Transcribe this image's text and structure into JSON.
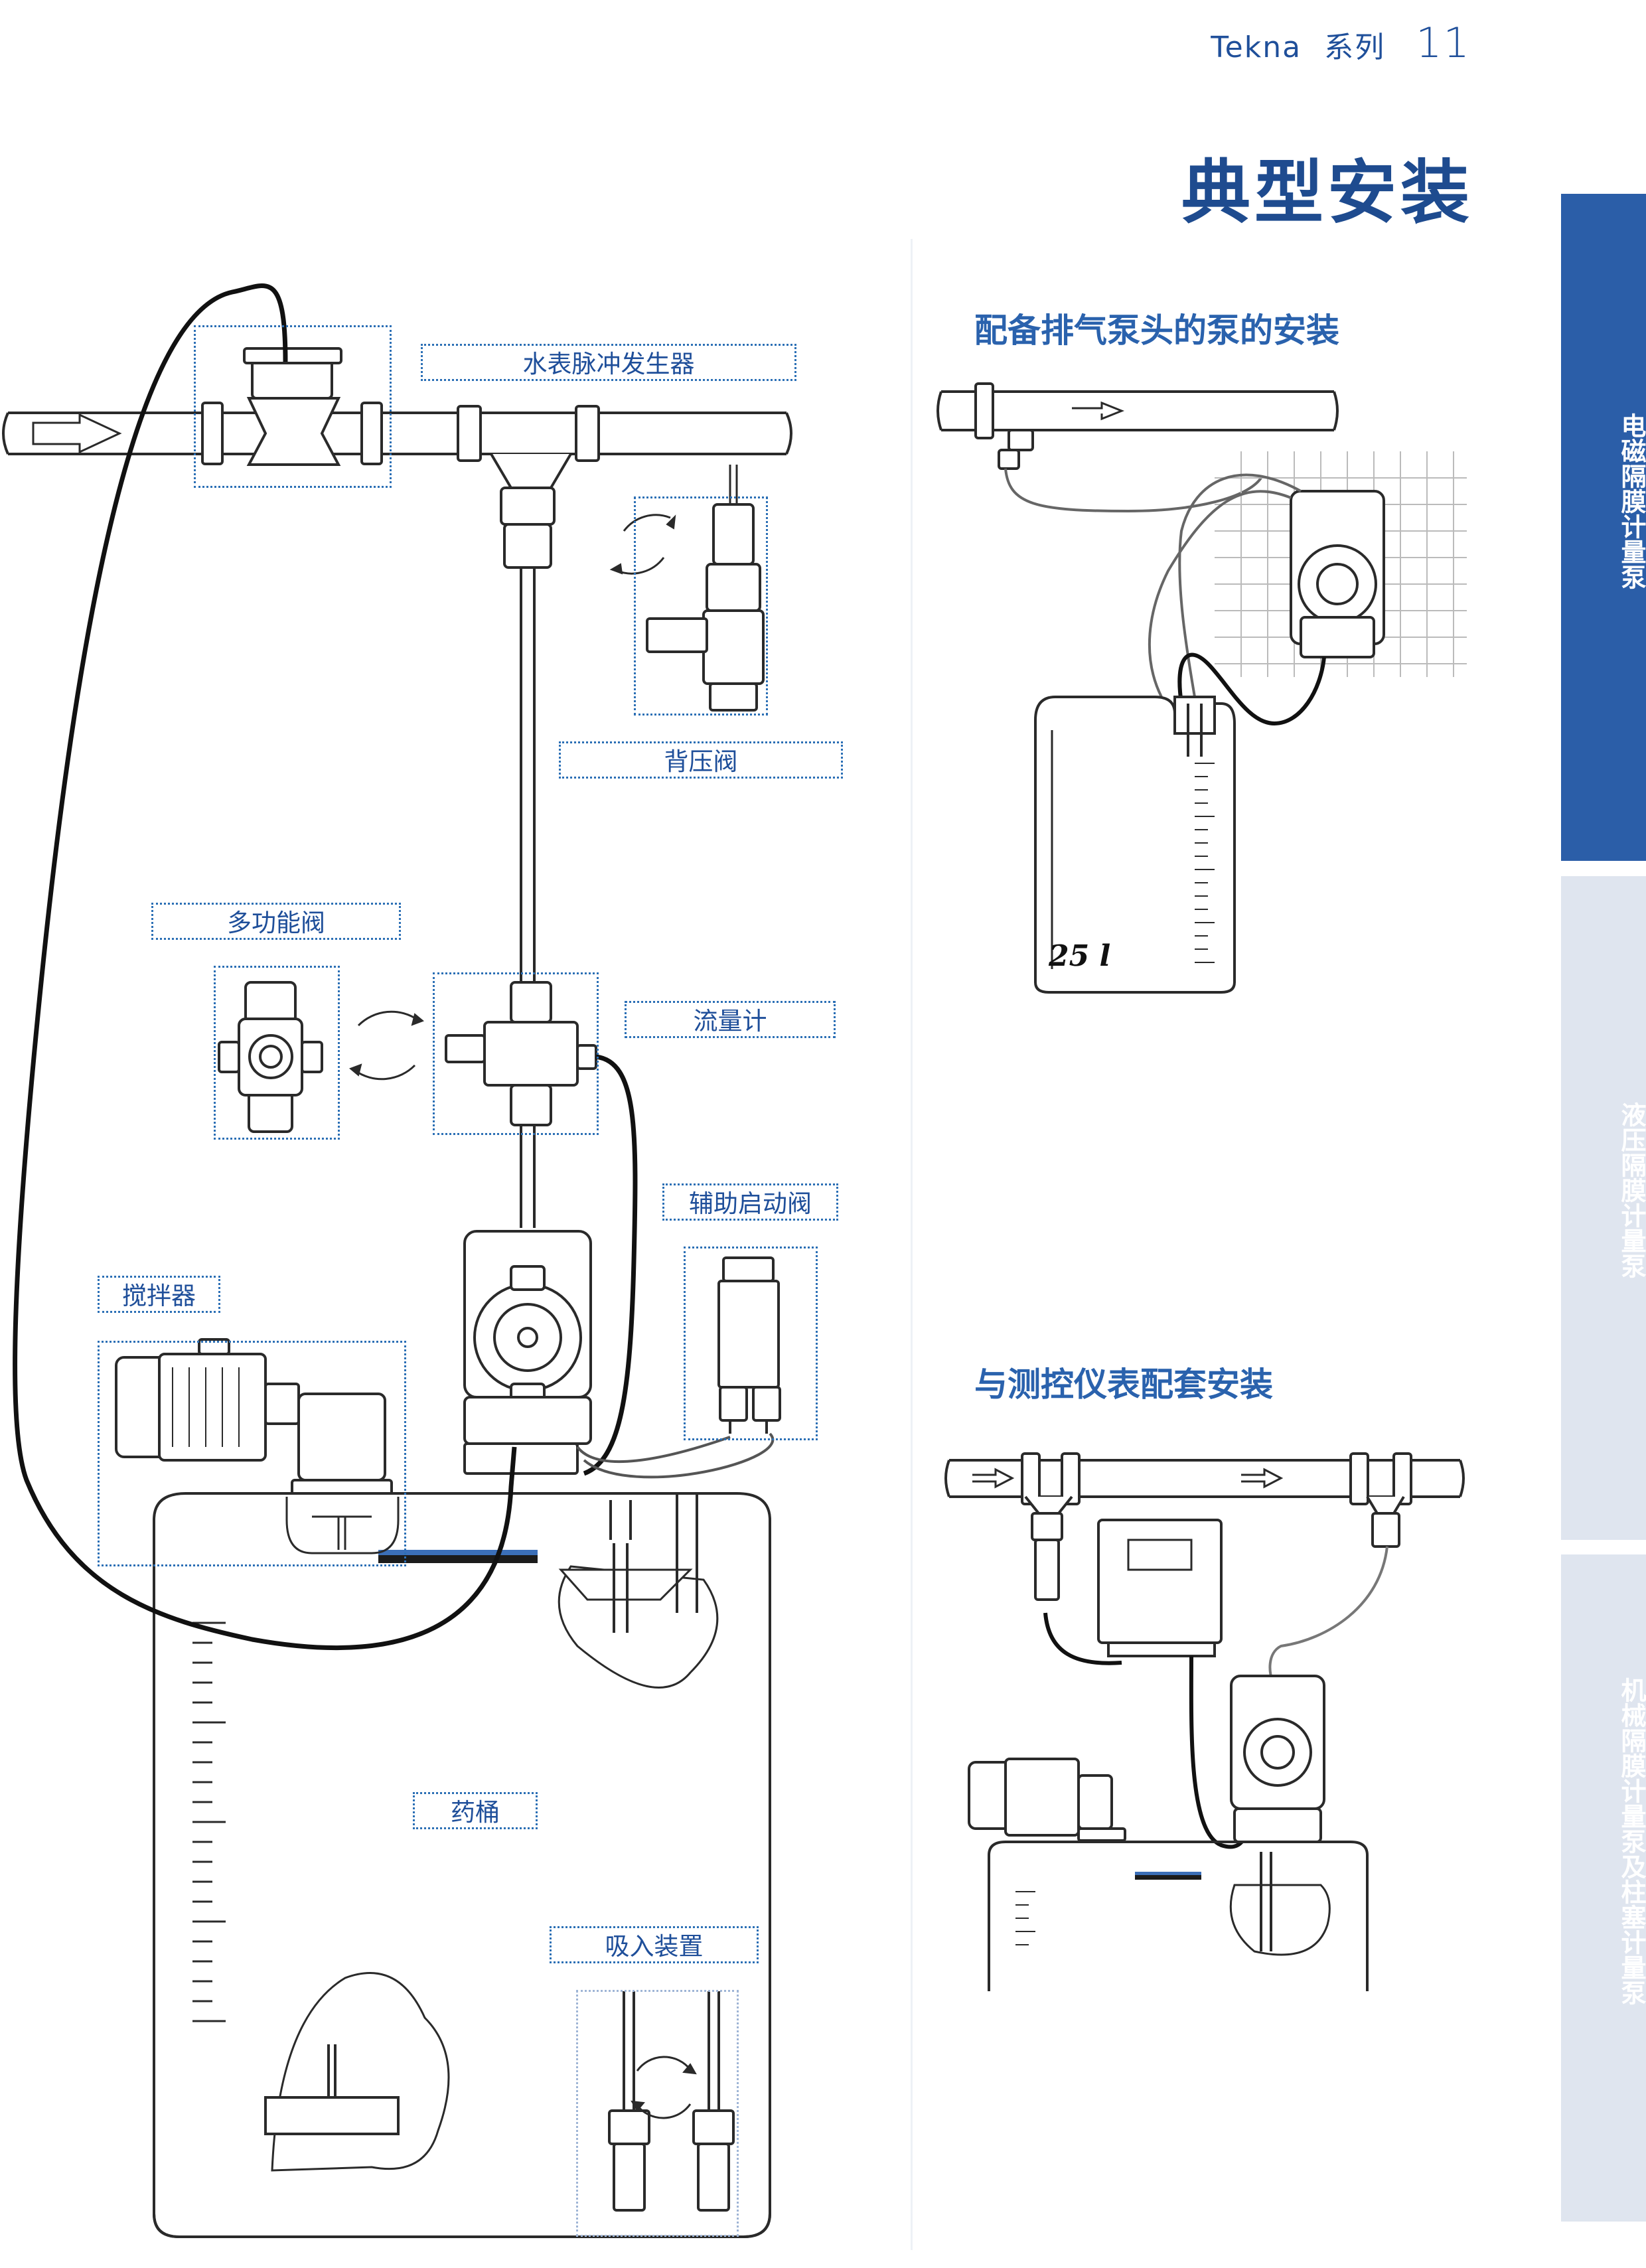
{
  "header": {
    "brand": "Tekna",
    "series": "系列",
    "page_number": "11"
  },
  "page_title": "典型安装",
  "left_diagram": {
    "labels": {
      "water_meter": "水表脉冲发生器",
      "back_pressure_valve": "背压阀",
      "multifunction_valve": "多功能阀",
      "flow_meter": "流量计",
      "aux_priming_valve": "辅助启动阀",
      "mixer": "搅拌器",
      "tank": "药桶",
      "suction_device": "吸入装置"
    }
  },
  "right_top": {
    "title": "配备排气泵头的泵的安装",
    "tank_volume": "25 l"
  },
  "right_bottom": {
    "title": "与测控仪表配套安装"
  },
  "side_tabs": [
    {
      "label": "电磁隔膜计量泵",
      "active": true
    },
    {
      "label": "液压隔膜计量泵",
      "active": false
    },
    {
      "label": "机械隔膜计量泵及柱塞计量泵",
      "active": false
    }
  ],
  "colors": {
    "accent": "#1e4b8f",
    "tab_active": "#2b5ea8",
    "tab_inactive": "#dfe5ef",
    "callout": "#2b6fb5"
  }
}
